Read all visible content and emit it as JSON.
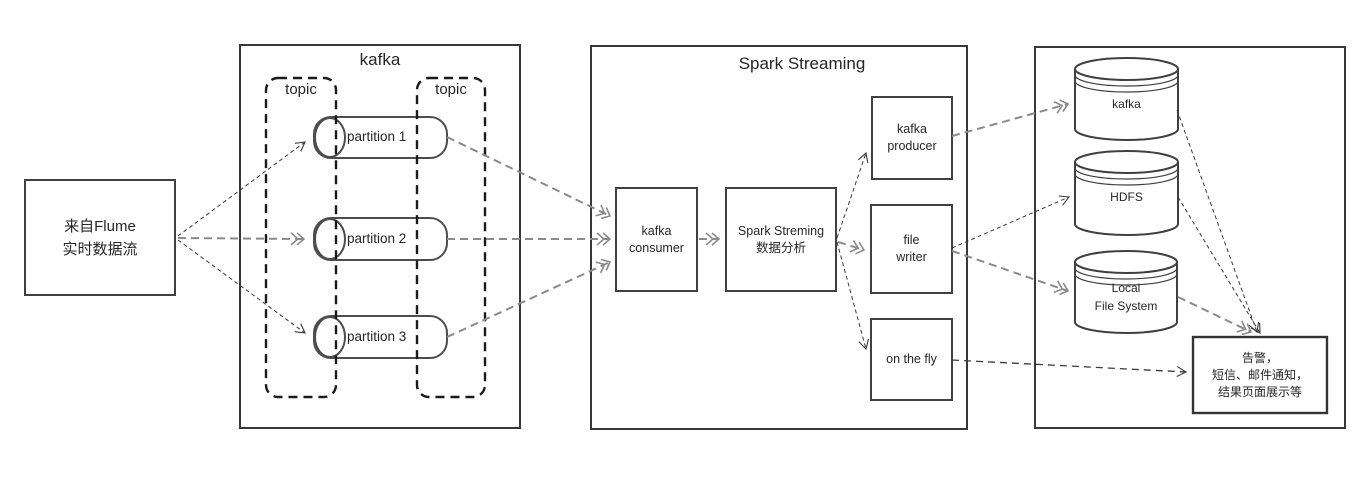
{
  "source": {
    "label": "来自Flume\n实时数据流"
  },
  "kafka": {
    "title": "kafka",
    "topic_left": "topic",
    "topic_right": "topic",
    "partitions": [
      "partition 1",
      "partition 2",
      "partition 3"
    ]
  },
  "spark": {
    "title": "Spark Streaming",
    "consumer": "kafka\nconsumer",
    "analysis": "Spark Streming\n数据分析",
    "producer": "kafka\nproducer",
    "file_writer": "file\nwriter",
    "on_the_fly": "on the fly"
  },
  "outputs": {
    "kafka_sink": "kafka",
    "hdfs": "HDFS",
    "local_fs": "Local\nFile System",
    "alert": "告警，\n短信、邮件通知，\n结果页面展示等"
  },
  "colors": {
    "box_border": "#404040",
    "dashed_gray": "#8a8a8a",
    "dashed_black": "#3a3a3a",
    "background": "#ffffff"
  }
}
